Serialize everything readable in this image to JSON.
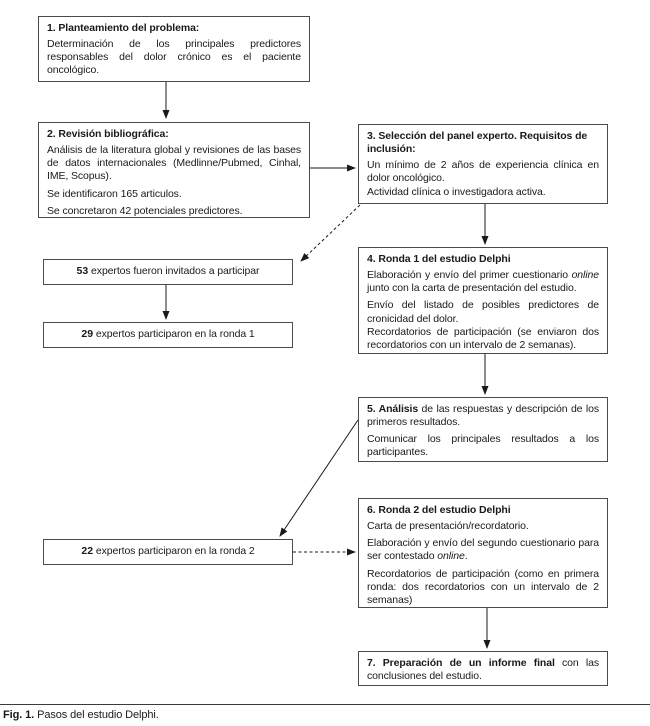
{
  "colors": {
    "ink": "#1a1a1a",
    "border": "#4a4a4a",
    "background": "#ffffff"
  },
  "caption": {
    "label": "Fig. 1.",
    "text": "Pasos del estudio Delphi."
  },
  "boxes": {
    "b1": {
      "title": "1. Planteamiento del problema:",
      "body": [
        "Determinación de los principales predictores responsables del dolor crónico es el paciente oncológico."
      ]
    },
    "b2": {
      "title": "2. Revisión bibliográfica:",
      "body": [
        "Análisis de la literatura global y revisiones de las bases de datos internacionales (Medlinne/Pubmed, Cinhal, IME, Scopus).",
        "Se identificaron 165 articulos.",
        "Se concretaron 42 potenciales predictores."
      ]
    },
    "b3": {
      "title": "3. Selección del panel experto. Requisitos de inclusión:",
      "body": [
        "Un mínimo de 2 años de experiencia clínica en dolor oncológico.",
        "Actividad clínica o investigadora activa."
      ]
    },
    "b4": {
      "title": "4. Ronda 1 del estudio Delphi",
      "p1": {
        "pre": "Elaboración y envío del primer cuestionario ",
        "em": "online",
        "post": " junto con la carta de presentación del estudio."
      },
      "p2": "Envío del listado de posibles predictores de cronicidad del dolor.",
      "p3": "Recordatorios de participación (se enviaron dos recordatorios con un intervalo de 2 semanas)."
    },
    "b5": {
      "lead": "5. Análisis",
      "lead_rest": " de las respuestas y descripción de los primeros resultados.",
      "p2": "Comunicar los principales resultados a los participantes."
    },
    "b6": {
      "title": "6. Ronda 2 del estudio Delphi",
      "p1": "Carta de presentación/recordatorio.",
      "p2": {
        "pre": "Elaboración y envío del segundo cuestionario para ser contestado ",
        "em": "online",
        "post": "."
      },
      "p3": "Recordatorios de participación (como en primera ronda: dos recordatorios con un intervalo de 2 semanas)"
    },
    "b7": {
      "lead": "7. Preparación de un informe final",
      "lead_rest": " con las conclusiones del estudio."
    },
    "s53": {
      "num": "53",
      "text": " expertos fueron invitados a participar"
    },
    "s29": {
      "num": "29",
      "text": " expertos participaron en la ronda 1"
    },
    "s22": {
      "num": "22",
      "text": " expertos participaron en la ronda 2"
    }
  },
  "edges": [
    {
      "from": "box-1-planteamiento",
      "to": "box-2-revision",
      "style": "solid"
    },
    {
      "from": "box-2-revision",
      "to": "box-3-seleccion-panel",
      "style": "solid"
    },
    {
      "from": "box-3-seleccion-panel",
      "to": "box-53-invitados",
      "style": "dashed"
    },
    {
      "from": "box-53-invitados",
      "to": "box-29-ronda1",
      "style": "solid"
    },
    {
      "from": "box-3-seleccion-panel",
      "to": "box-4-ronda1-delphi",
      "style": "solid"
    },
    {
      "from": "box-4-ronda1-delphi",
      "to": "box-5-analisis",
      "style": "solid"
    },
    {
      "from": "box-5-analisis",
      "to": "box-22-ronda2",
      "style": "solid"
    },
    {
      "from": "box-22-ronda2",
      "to": "box-6-ronda2-delphi",
      "style": "dashed"
    },
    {
      "from": "box-6-ronda2-delphi",
      "to": "box-7-informe-final",
      "style": "solid"
    }
  ]
}
